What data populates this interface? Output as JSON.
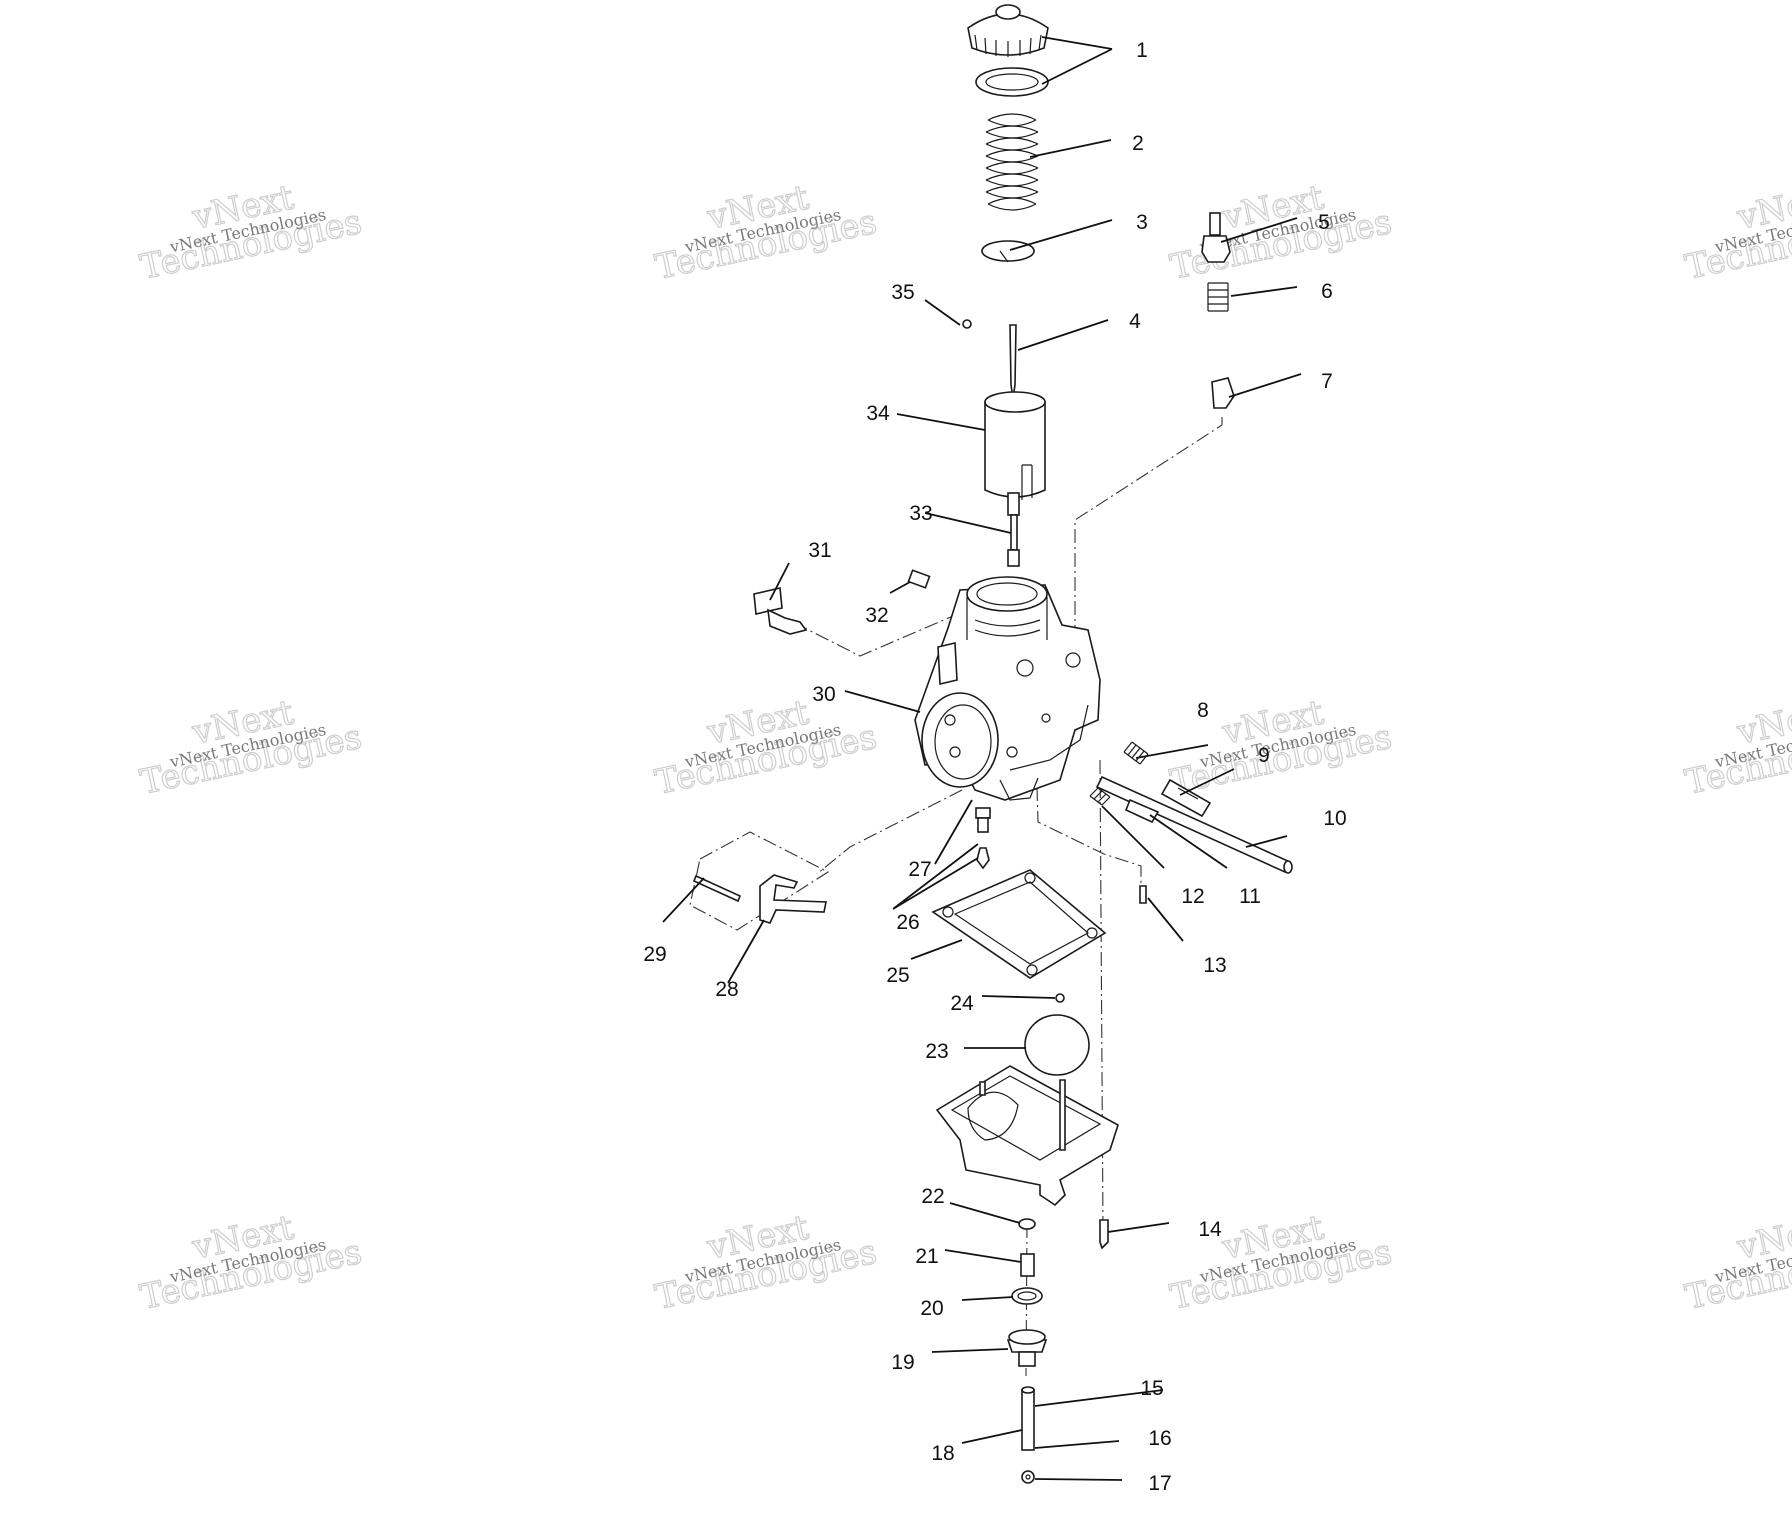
{
  "diagram": {
    "watermark": {
      "line1": "vNext",
      "line2": "Technologies",
      "small": "vNext Technologies"
    },
    "callouts": [
      {
        "id": "1",
        "label": "1"
      },
      {
        "id": "2",
        "label": "2"
      },
      {
        "id": "3",
        "label": "3"
      },
      {
        "id": "4",
        "label": "4"
      },
      {
        "id": "5",
        "label": "5"
      },
      {
        "id": "6",
        "label": "6"
      },
      {
        "id": "7",
        "label": "7"
      },
      {
        "id": "8",
        "label": "8"
      },
      {
        "id": "9",
        "label": "9"
      },
      {
        "id": "10",
        "label": "10"
      },
      {
        "id": "11",
        "label": "11"
      },
      {
        "id": "12",
        "label": "12"
      },
      {
        "id": "13",
        "label": "13"
      },
      {
        "id": "14",
        "label": "14"
      },
      {
        "id": "15",
        "label": "15"
      },
      {
        "id": "16",
        "label": "16"
      },
      {
        "id": "17",
        "label": "17"
      },
      {
        "id": "18",
        "label": "18"
      },
      {
        "id": "19",
        "label": "19"
      },
      {
        "id": "20",
        "label": "20"
      },
      {
        "id": "21",
        "label": "21"
      },
      {
        "id": "22",
        "label": "22"
      },
      {
        "id": "23",
        "label": "23"
      },
      {
        "id": "24",
        "label": "24"
      },
      {
        "id": "25",
        "label": "25"
      },
      {
        "id": "26",
        "label": "26"
      },
      {
        "id": "27",
        "label": "27"
      },
      {
        "id": "28",
        "label": "28"
      },
      {
        "id": "29",
        "label": "29"
      },
      {
        "id": "30",
        "label": "30"
      },
      {
        "id": "31",
        "label": "31"
      },
      {
        "id": "32",
        "label": "32"
      },
      {
        "id": "33",
        "label": "33"
      },
      {
        "id": "34",
        "label": "34"
      },
      {
        "id": "35",
        "label": "35"
      }
    ]
  }
}
